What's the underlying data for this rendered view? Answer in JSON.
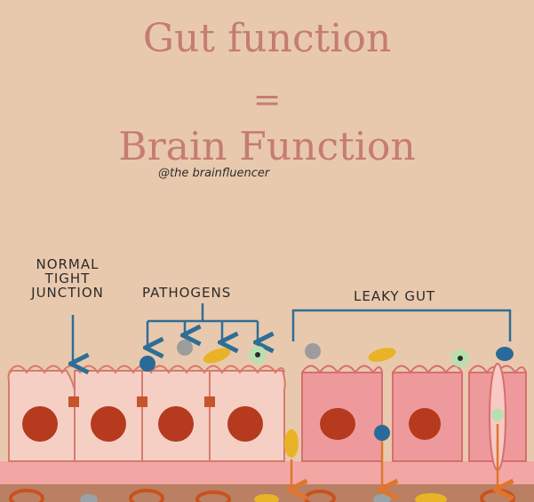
{
  "title": {
    "line1": "Gut function",
    "line2": "=",
    "line3": "Brain Function"
  },
  "handle": "@the brainfluencer",
  "labels": {
    "normal_line1": "NORMAL",
    "normal_line2": "TIGHT",
    "normal_line3": "JUNCTION",
    "pathogens": "PATHOGENS",
    "leaky_gut": "LEAKY GUT"
  },
  "colors": {
    "background": "#e9c9ad",
    "title": "#c47d72",
    "healthy_cell": "#f6cfc4",
    "leaky_cell": "#ee9a9c",
    "nucleus": "#b63a1e",
    "arrow_blue": "#2f6e95",
    "arrow_orange": "#e0752b",
    "pathogen_blue": "#2a6a99",
    "pathogen_yellow": "#e8b326",
    "pathogen_grey": "#9c9c9c",
    "pathogen_green": "#b7dfb0"
  }
}
